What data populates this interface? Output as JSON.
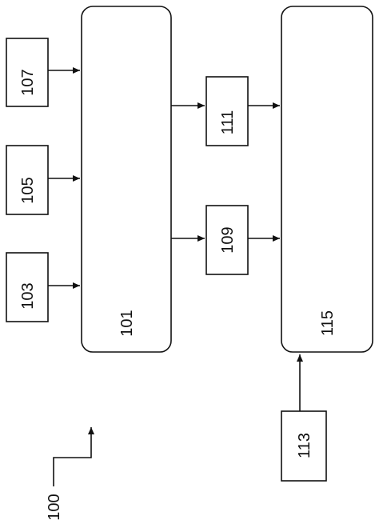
{
  "labels": {
    "system": "100",
    "block_101": "101",
    "block_103": "103",
    "block_105": "105",
    "block_107": "107",
    "block_109": "109",
    "block_111": "111",
    "block_113": "113",
    "block_115": "115"
  },
  "colors": {
    "stroke": "#111111",
    "background": "#ffffff"
  }
}
